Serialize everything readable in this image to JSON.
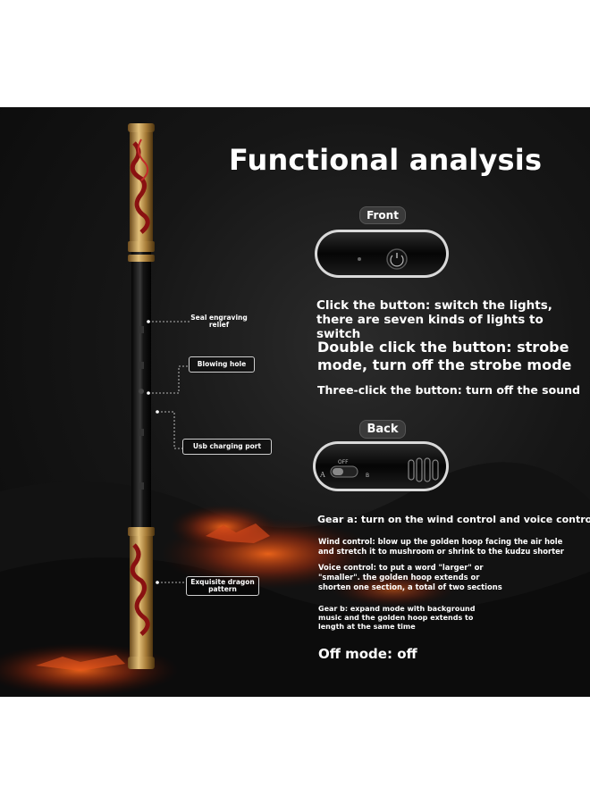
{
  "title": "Functional analysis",
  "labels": {
    "front": "Front",
    "back": "Back"
  },
  "switch": {
    "label_off": "OFF",
    "label_a": "A",
    "label_b": "B"
  },
  "callouts": {
    "seal": "Seal engraving relief",
    "blowing": "Blowing hole",
    "usb": "Usb charging port",
    "dragon": "Exquisite dragon pattern"
  },
  "text": {
    "click": "Click the button: switch the lights, there are seven kinds of lights to switch",
    "double": "Double click the button: strobe mode, turn off the strobe mode",
    "three": "Three-click the button: turn off the sound",
    "gear_a": "Gear a: turn on the wind control and voice control",
    "wind": "Wind control: blow up the golden hoop facing the air hole and stretch it to mushroom or shrink to the kudzu shorter",
    "voice": "Voice control: to put a word \"larger\" or \"smaller\". the golden hoop extends or shorten one section, a total of two sections",
    "gear_b": "Gear b: expand mode with background music and the golden hoop extends to length at the same time",
    "off": "Off mode: off"
  },
  "colors": {
    "background": "#0f0f0f",
    "gold": "#c9a15a",
    "red": "#9c1b1b",
    "lava": "#e0461a"
  }
}
